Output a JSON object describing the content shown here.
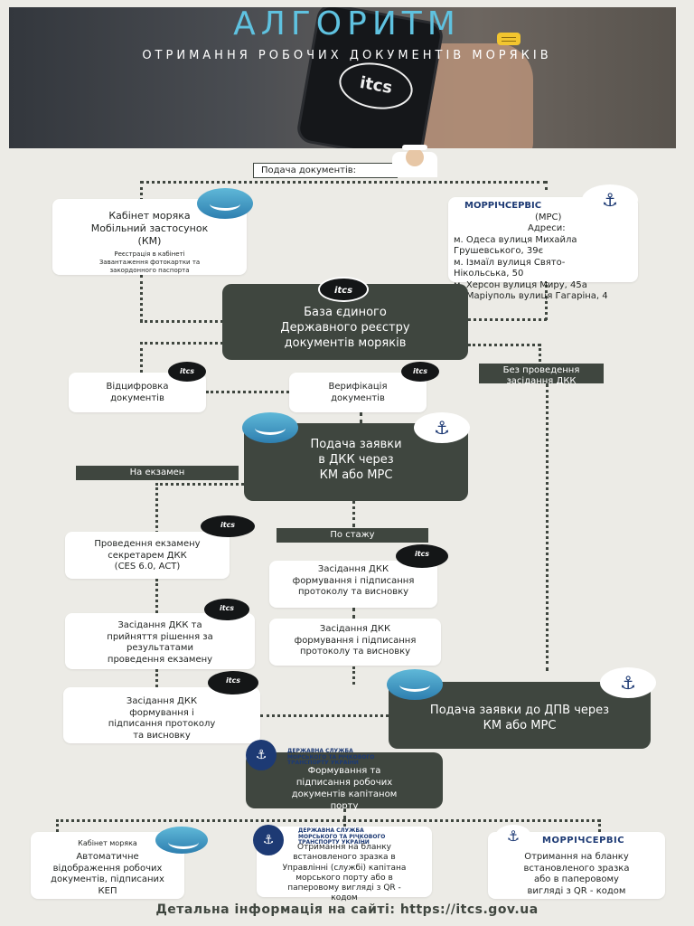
{
  "header": {
    "title": "АЛГОРИТМ",
    "subtitle": "ОТРИМАННЯ РОБОЧИХ ДОКУМЕНТІВ МОРЯКІВ",
    "phone_logo": "itcs",
    "colors": {
      "title": "#5fc2e0",
      "dark": "#3f463f",
      "brand": "#1d3a74",
      "chat": "#f2c52f"
    }
  },
  "icons": {
    "itcs_logo": "itcs",
    "km_logo": "km-wave-icon",
    "mrs_logo": "anchor-icon",
    "dsmr_logo": "dsmr-anchor-icon"
  },
  "submit_docs": {
    "label": "Подача документів:"
  },
  "km_card": {
    "title": "Кабінет моряка\nМобільний застосунок\n(КМ)",
    "note": "Реєстрація в кабінеті\nЗавантаження фотокартки та\nзакордонного паспорта"
  },
  "mrs_card": {
    "brand": "МОРРІЧСЕРВІС",
    "abbr": "(МРС)",
    "addr_title": "Адреси:",
    "addresses": "м. Одеса вулиця Михайла\nГрушевського, 39є\nм. Ізмаїл вулиця Свято-\nНікольська, 50\nм. Херсон вулиця Миру, 45а\nм. Маріуполь вулиця Гагаріна, 4"
  },
  "registry": {
    "label": "База єдиного\nДержавного реєстру\nдокументів моряків"
  },
  "digitize": {
    "label": "Відцифровка\nдокументів"
  },
  "verify": {
    "label": "Верифікація\nдокументів"
  },
  "no_dkk": {
    "label": "Без проведення\nзасідання ДКК"
  },
  "apply_dkk": {
    "label": "Подача заявки\nв ДКК через\nКМ або МРС"
  },
  "exam_tag": {
    "label": "На екзамен"
  },
  "stage_tag": {
    "label": "По стажу"
  },
  "exam": {
    "label": "Проведення екзамену\nсекретарем ДКК\n(CES 6.0,  ACT)"
  },
  "dkk_stage1": {
    "label": "Засідання ДКК\nформування і підписання\nпротоколу та висновку"
  },
  "dkk_stage2": {
    "label": "Засідання ДКК\nформування і підписання\nпротоколу та висновку"
  },
  "dkk_exam_decision": {
    "label": "Засідання ДКК та\nприйняття рішення за\nрезультатами\nпроведення екзамену"
  },
  "dkk_exam_protocol": {
    "label": "Засідання ДКК\nформування і\nпідписання протоколу\nта висновку"
  },
  "apply_dpv": {
    "label": "Подача заявки до ДПВ через\nКМ або МРС"
  },
  "dsmr": {
    "caption": "ДЕРЖАВНА СЛУЖБА\nМОРСЬКОГО ТА РІЧКОВОГО\nТРАНСПОРТУ УКРАЇНИ"
  },
  "formation": {
    "label": "Формування та\nпідписання робочих\nдокументів капітаном\nпорту"
  },
  "result_km": {
    "caption": "Кабінет моряка",
    "label": "Автоматичне\nвідображення робочих\nдокументів, підписаних\nКЕП"
  },
  "result_port": {
    "label": "Отримання на бланку\nвстановленого зразка в\nУправлінні (службі) капітана\nморського порту або в\nпаперовому вигляді з QR -\nкодом"
  },
  "result_mrs": {
    "brand": "МОРРІЧСЕРВІС",
    "label": "Отримання на бланку\nвстановленого зразка\nабо в паперовому\nвигляді з QR - кодом"
  },
  "footer": {
    "text": "Детальна інформація на сайті: https://itcs.gov.ua"
  }
}
